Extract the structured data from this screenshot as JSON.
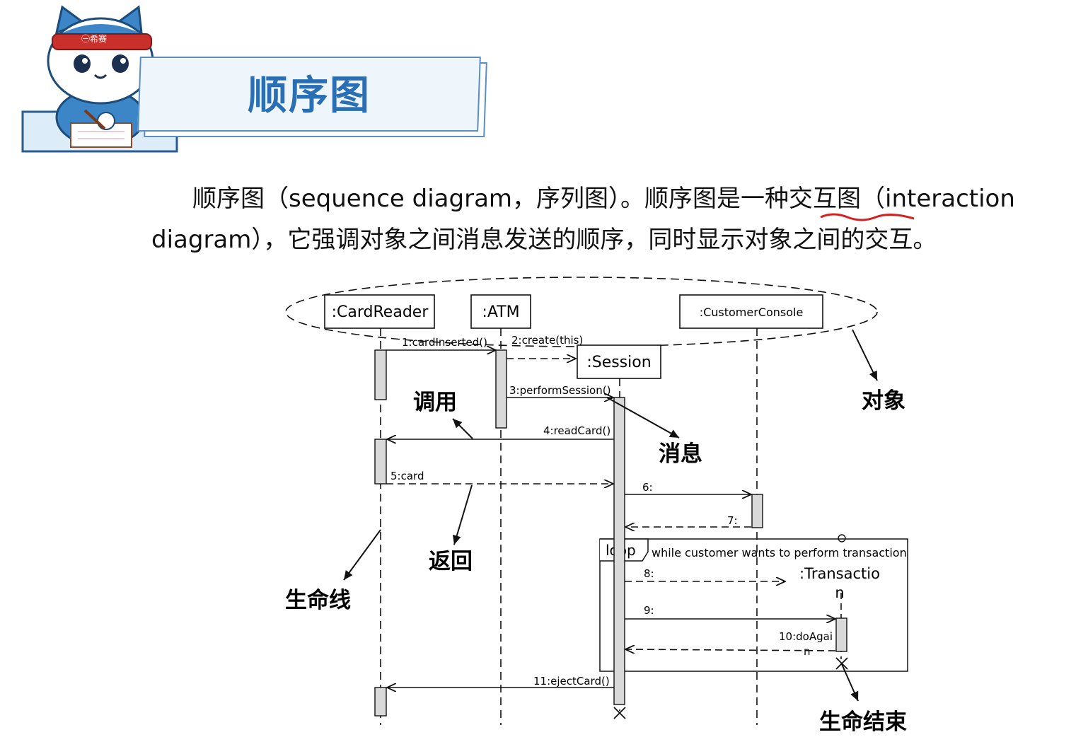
{
  "header": {
    "title": "顺序图",
    "mascot_badge": "㊀希赛"
  },
  "paragraph": {
    "line1": "顺序图（sequence diagram，序列图）。顺序图是一种交互图（interaction",
    "line2": "diagram），它强调对象之间消息发送的顺序，同时显示对象之间的交互。"
  },
  "diagram": {
    "objects": {
      "card_reader": ":CardReader",
      "atm": ":ATM",
      "customer_console": ":CustomerConsole",
      "session": ":Session",
      "transaction_line1": ":Transactio",
      "transaction_line2": "n"
    },
    "messages": {
      "m1": "1:cardInserted()",
      "m2": "2:create(this)",
      "m3": "3:performSession()",
      "m4": "4:readCard()",
      "m5": "5:card",
      "m6": "6:",
      "m7": "7:",
      "m8": "8:",
      "m9": "9:",
      "m10_line1": "10:doAgai",
      "m10_line2": "n",
      "m11": "11:ejectCard()"
    },
    "loop": {
      "keyword": "loop",
      "guard": "while customer wants to perform transaction"
    },
    "annotations": {
      "objects": "对象",
      "call": "调用",
      "message": "消息",
      "return": "返回",
      "lifeline": "生命线",
      "end_of_life": "生命结束"
    }
  },
  "colors": {
    "title_blue": "#2a6fb3",
    "banner_border": "#5b8fc2",
    "underline_red": "#d62020",
    "activation_fill": "#d9d9d9"
  }
}
